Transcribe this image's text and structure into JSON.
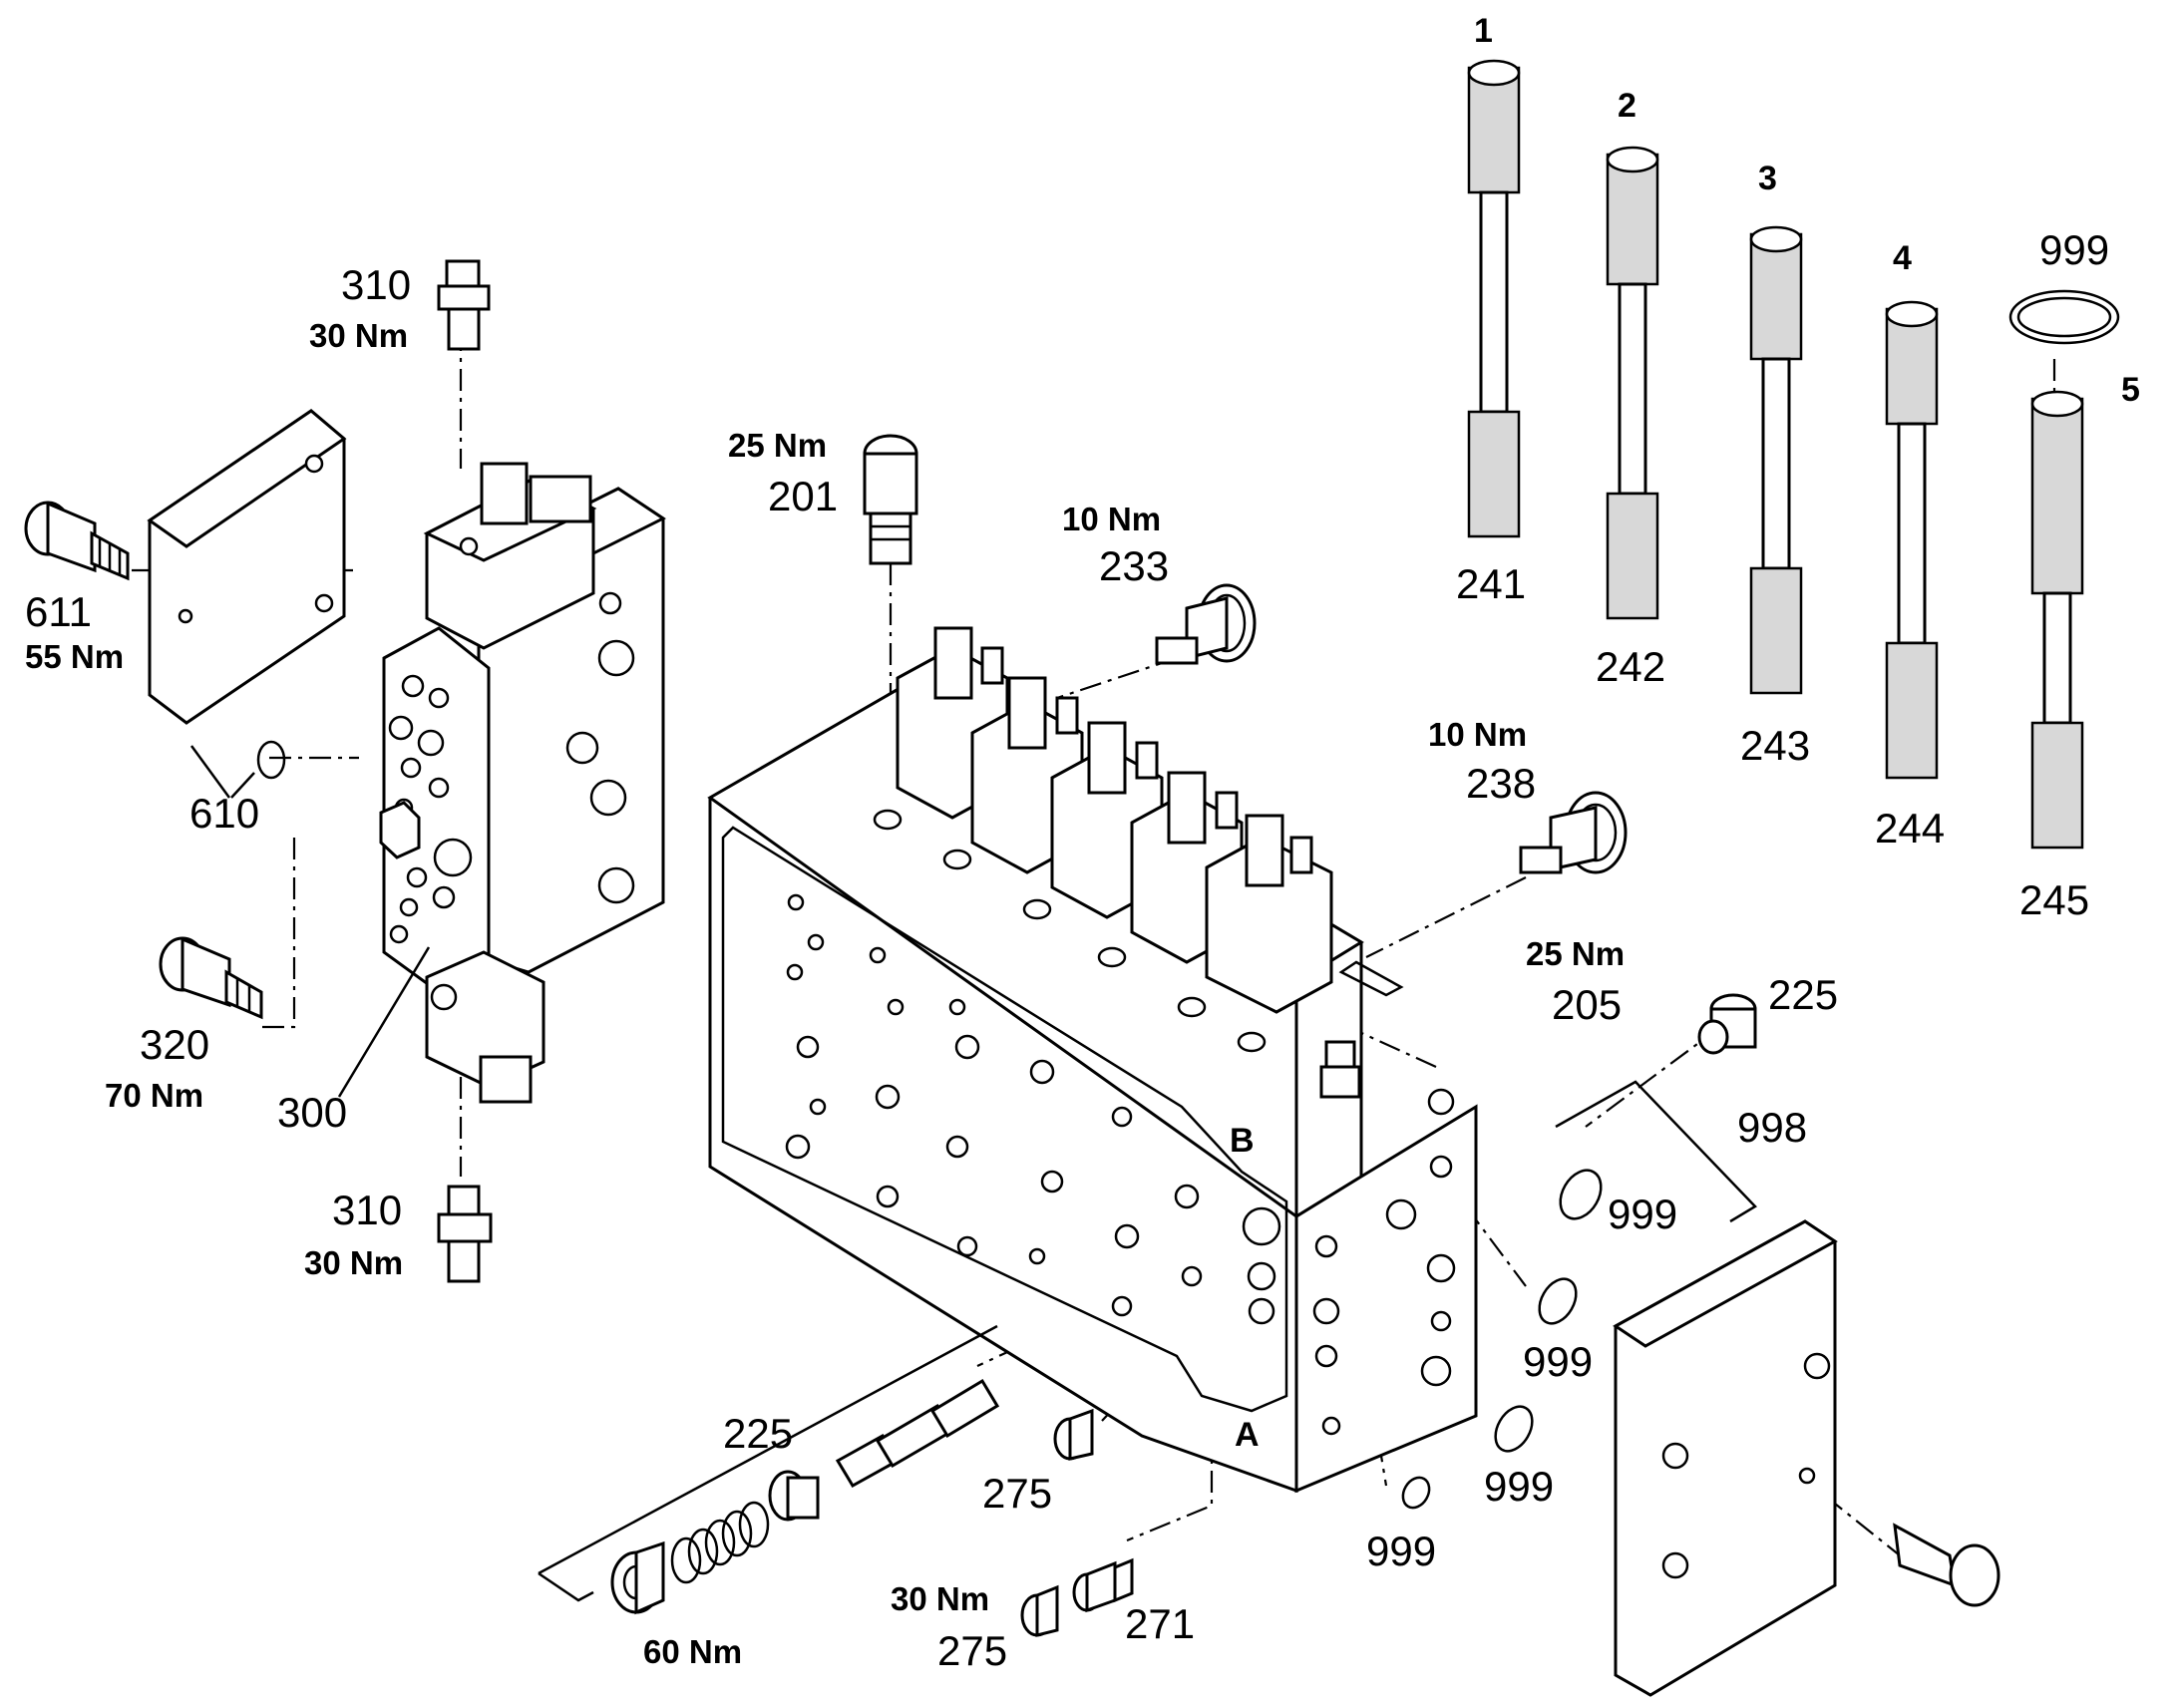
{
  "diagram": {
    "labels": {
      "spool_1": "1",
      "spool_2": "2",
      "spool_3": "3",
      "spool_4": "4",
      "spool_5": "5",
      "part_241": "241",
      "part_242": "242",
      "part_243": "243",
      "part_244": "244",
      "part_245": "245",
      "part_999_top": "999",
      "part_310_top": "310",
      "torque_310_top": "30 Nm",
      "part_611": "611",
      "torque_611": "55 Nm",
      "part_610": "610",
      "part_320": "320",
      "torque_320": "70 Nm",
      "part_300": "300",
      "part_310_bottom": "310",
      "torque_310_bottom": "30 Nm",
      "torque_201": "25 Nm",
      "part_201": "201",
      "torque_233": "10 Nm",
      "part_233": "233",
      "torque_238": "10 Nm",
      "part_238": "238",
      "torque_205": "25 Nm",
      "part_205": "205",
      "part_225_right": "225",
      "part_998": "998",
      "part_999_a": "999",
      "part_999_b": "999",
      "part_999_c": "999",
      "part_999_d": "999",
      "port_b": "B",
      "port_a": "A",
      "part_225_left": "225",
      "part_275_upper": "275",
      "torque_275": "30 Nm",
      "part_275_lower": "275",
      "part_271": "271",
      "torque_60": "60 Nm"
    }
  }
}
